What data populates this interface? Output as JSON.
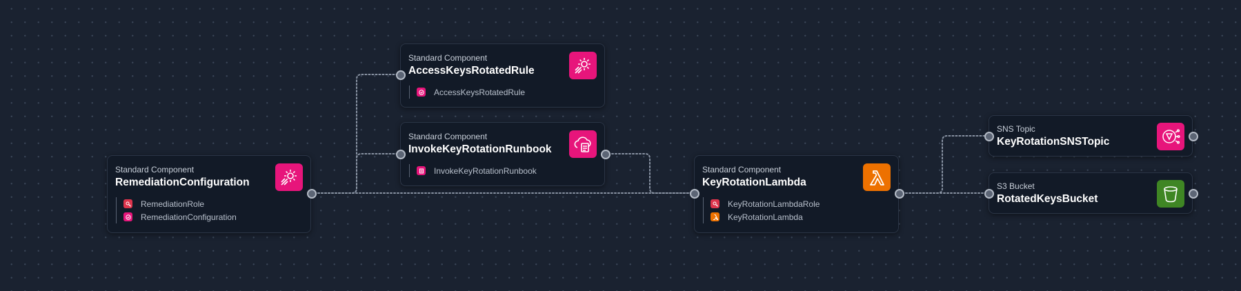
{
  "colors": {
    "canvas": "#1a2230",
    "node_bg": "#121a27",
    "edge": "#8a94a4",
    "pink": "#e7157b",
    "orange": "#ed7100",
    "green": "#3f8624"
  },
  "nodes": {
    "remediation": {
      "kind": "Standard Component",
      "title": "RemediationConfiguration",
      "icon": "config-gear-icon",
      "resources": [
        {
          "label": "RemediationRole",
          "icon": "iam-role-icon"
        },
        {
          "label": "RemediationConfiguration",
          "icon": "config-rule-icon"
        }
      ]
    },
    "access_keys_rule": {
      "kind": "Standard Component",
      "title": "AccessKeysRotatedRule",
      "icon": "config-gear-icon",
      "resources": [
        {
          "label": "AccessKeysRotatedRule",
          "icon": "config-rule-icon"
        }
      ]
    },
    "runbook": {
      "kind": "Standard Component",
      "title": "InvokeKeyRotationRunbook",
      "icon": "ssm-runbook-icon",
      "resources": [
        {
          "label": "InvokeKeyRotationRunbook",
          "icon": "ssm-document-icon"
        }
      ]
    },
    "lambda": {
      "kind": "Standard Component",
      "title": "KeyRotationLambda",
      "icon": "lambda-icon",
      "resources": [
        {
          "label": "KeyRotationLambdaRole",
          "icon": "iam-role-icon"
        },
        {
          "label": "KeyRotationLambda",
          "icon": "lambda-function-icon"
        }
      ]
    },
    "sns": {
      "kind": "SNS Topic",
      "title": "KeyRotationSNSTopic",
      "icon": "sns-topic-icon"
    },
    "s3": {
      "kind": "S3 Bucket",
      "title": "RotatedKeysBucket",
      "icon": "s3-bucket-icon"
    }
  },
  "edges": [
    {
      "from": "remediation",
      "to": "access_keys_rule"
    },
    {
      "from": "remediation",
      "to": "runbook"
    },
    {
      "from": "remediation",
      "to": "lambda"
    },
    {
      "from": "runbook",
      "to": "lambda"
    },
    {
      "from": "lambda",
      "to": "sns"
    },
    {
      "from": "lambda",
      "to": "s3"
    }
  ]
}
